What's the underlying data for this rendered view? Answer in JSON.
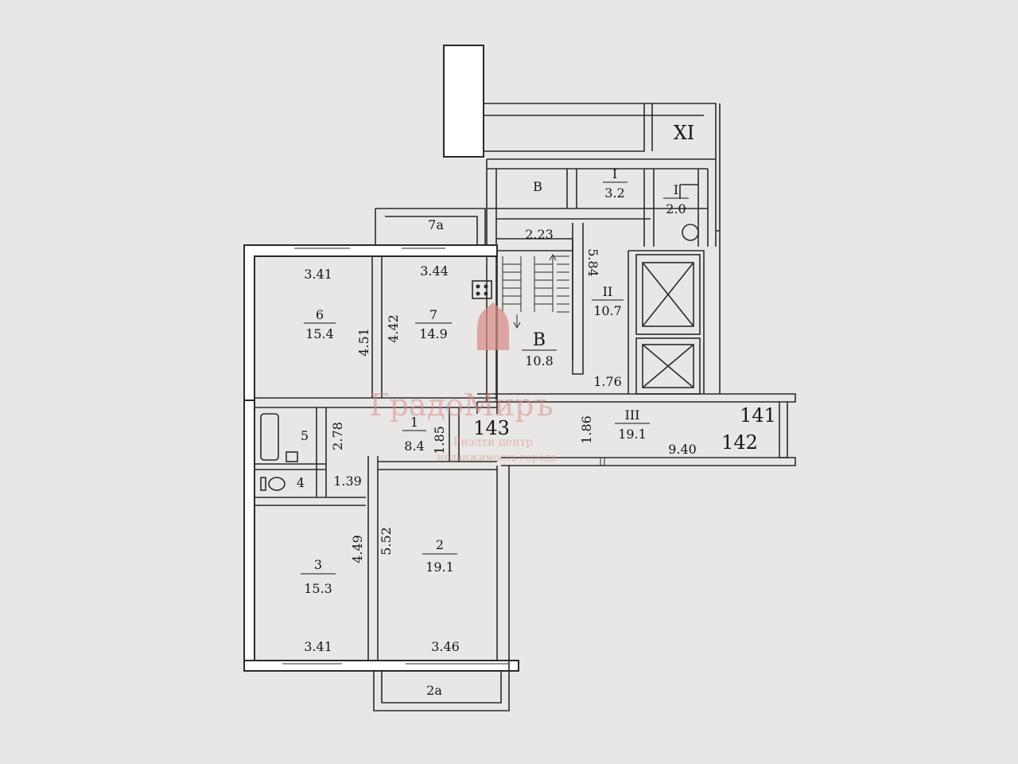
{
  "rooms": {
    "r6": {
      "num": "6",
      "area": "15.4",
      "w": "3.41",
      "h": "4.51"
    },
    "r7": {
      "num": "7",
      "area": "14.9",
      "w": "3.44",
      "h": "4.42"
    },
    "r7a": {
      "num": "7а"
    },
    "r5": {
      "num": "5",
      "h": "2.78"
    },
    "r4": {
      "num": "4",
      "w": "1.39"
    },
    "r1": {
      "num": "1",
      "area": "8.4",
      "h": "1.85"
    },
    "r3": {
      "num": "3",
      "area": "15.3",
      "w": "3.41",
      "h": "4.49"
    },
    "r2": {
      "num": "2",
      "area": "19.1",
      "w": "3.46",
      "h": "5.52"
    },
    "r2a": {
      "num": "2а"
    },
    "stairB": {
      "num": "В",
      "area": "10.8"
    },
    "topB": {
      "num": "В",
      "w": "2.23"
    },
    "cI_a": {
      "num": "I",
      "area": "3.2"
    },
    "cI_b": {
      "num": "I",
      "area": "2.0"
    },
    "cII": {
      "num": "II",
      "area": "10.7",
      "h": "5.84",
      "w": "1.76"
    },
    "cIII": {
      "num": "III",
      "area": "19.1",
      "h": "1.86",
      "w": "9.40"
    },
    "XI": "XI"
  },
  "apartments": {
    "a141": "141",
    "a142": "142",
    "a143": "143"
  },
  "watermark": {
    "brand": "ГрадоМиръ",
    "line1": "Риэлти центр",
    "line2": "недвижимость города"
  }
}
